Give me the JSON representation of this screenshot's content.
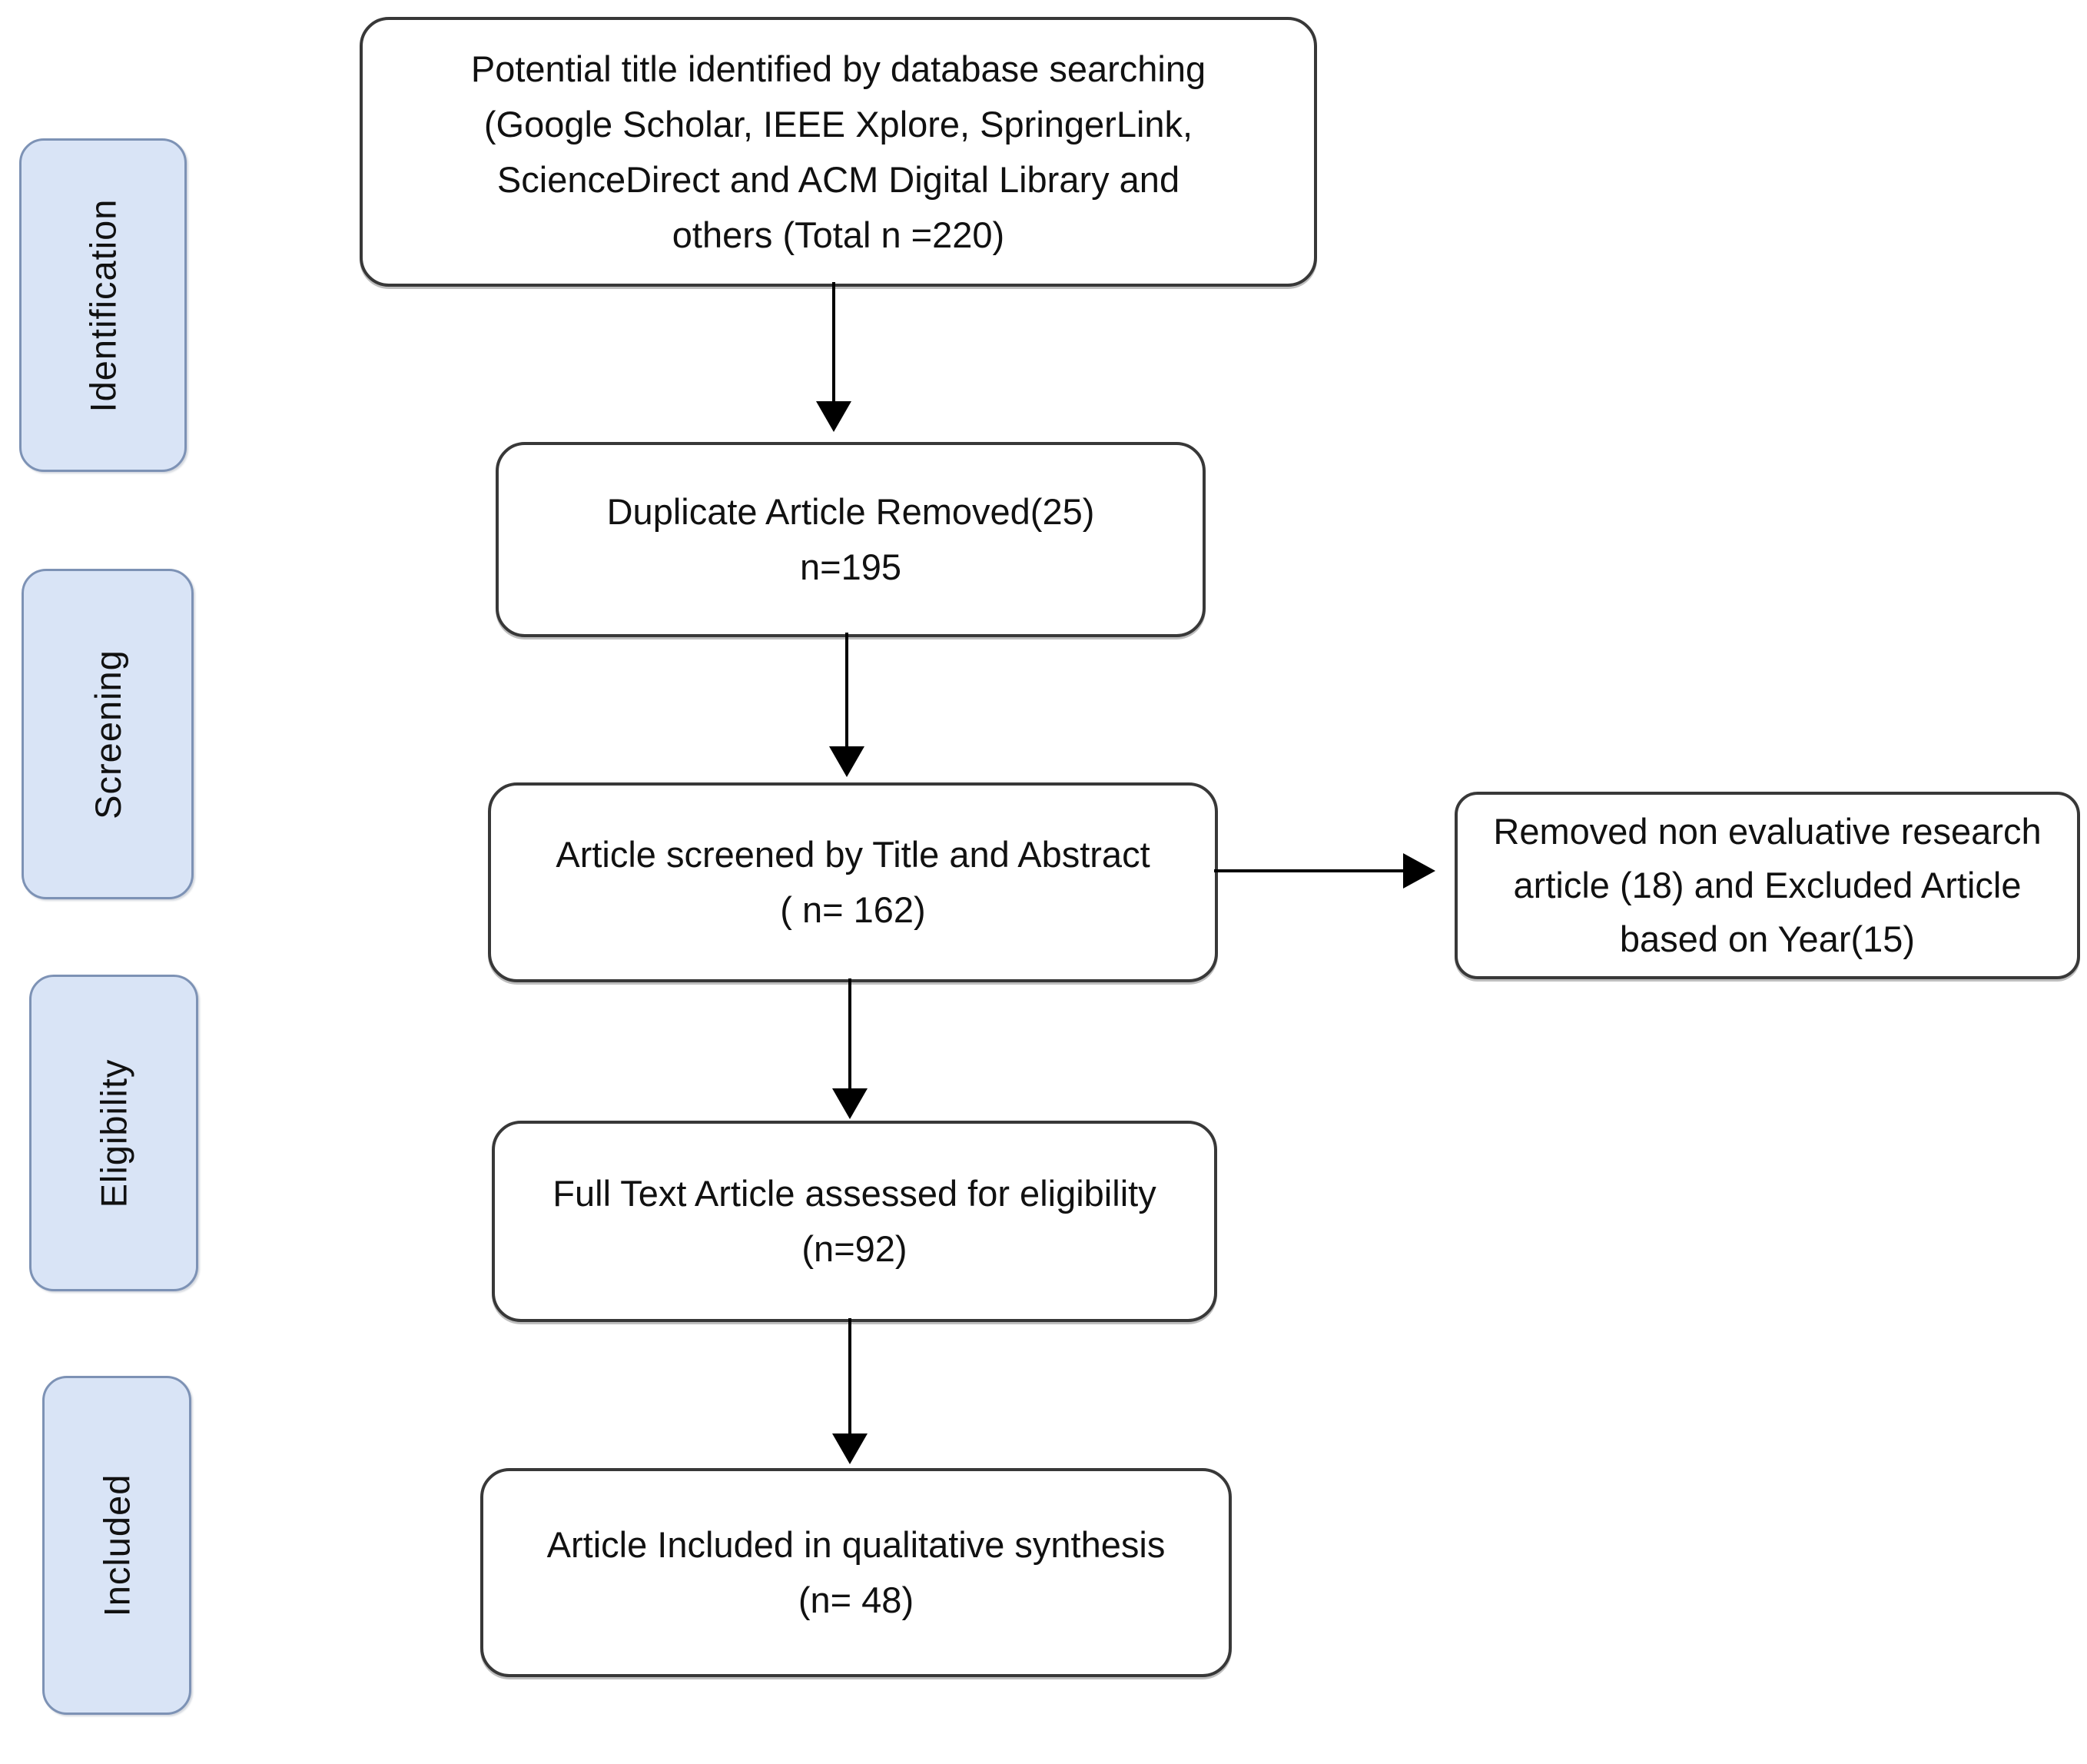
{
  "diagram": {
    "type": "flowchart",
    "subject": "systematic-review-article-selection",
    "stage_labels": [
      {
        "id": "identification",
        "label": "Identification"
      },
      {
        "id": "screening",
        "label": "Screening"
      },
      {
        "id": "eligibility",
        "label": "Eligibility"
      },
      {
        "id": "included",
        "label": "Included"
      }
    ],
    "boxes": {
      "identified": {
        "lines": [
          "Potential title identified by database searching",
          "(Google Scholar, IEEE Xplore, SpringerLink,",
          "ScienceDirect and ACM Digital Library and",
          "others (Total n =220)"
        ]
      },
      "duplicates": {
        "lines": [
          "Duplicate Article Removed(25)",
          "n=195"
        ]
      },
      "screened": {
        "lines": [
          "Article screened by Title and Abstract",
          "( n= 162)"
        ]
      },
      "excluded": {
        "lines": [
          "Removed non evaluative research",
          "article (18) and Excluded Article",
          "based on Year(15)"
        ]
      },
      "fulltext": {
        "lines": [
          "Full Text Article assessed for eligibility",
          "(n=92)"
        ]
      },
      "included": {
        "lines": [
          "Article Included in qualitative synthesis",
          "(n= 48)"
        ]
      }
    },
    "counts": {
      "total_identified": 220,
      "duplicates_removed": 25,
      "after_duplicates": 195,
      "screened_title_abstract": 162,
      "non_evaluative_removed": 18,
      "excluded_by_year": 15,
      "full_text_assessed": 92,
      "included_qualitative_synthesis": 48
    },
    "colors": {
      "stage_fill": "#d9e4f6",
      "stage_border": "#7d92b5",
      "box_fill": "#ffffff",
      "box_border": "#383838",
      "arrow": "#000000",
      "text": "#111111",
      "background": "#ffffff"
    }
  }
}
